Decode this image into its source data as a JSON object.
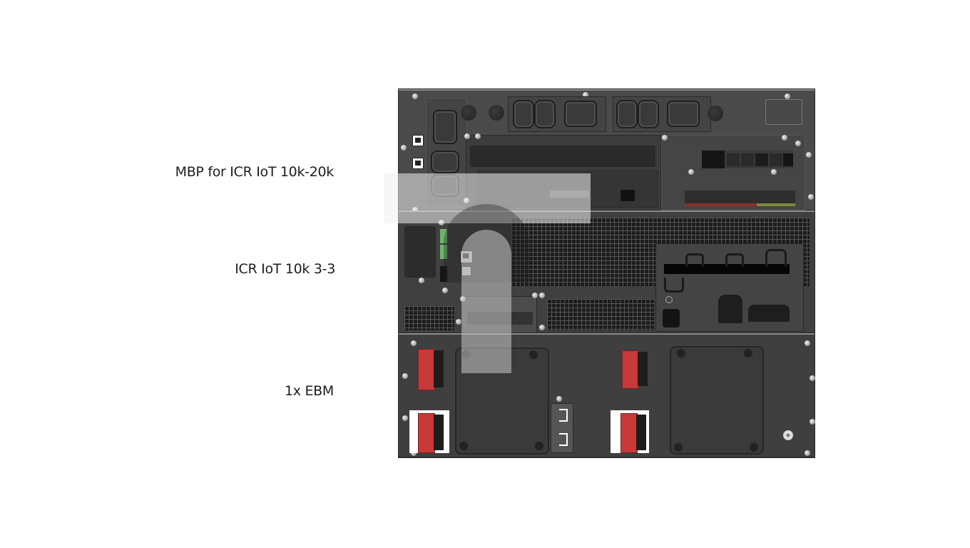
{
  "labels": {
    "mbp": "MBP for ICR IoT 10k-20k",
    "icr": "ICR IoT 10k 3-3",
    "ebm": "1x EBM"
  },
  "device": {
    "units": [
      {
        "name": "mbp",
        "label": "MBP for ICR IoT 10k-20k",
        "outlets": [
          "C19",
          "C13",
          "C13",
          "C13",
          "C13",
          "C19",
          "C13",
          "C13",
          "C19"
        ]
      },
      {
        "name": "ups",
        "label": "ICR IoT 10k 3-3"
      },
      {
        "name": "ebm",
        "label": "1x EBM"
      }
    ]
  },
  "colors": {
    "background": "#ffffff",
    "chassis": "#474747",
    "battery_connector": "#c83a3a",
    "terminal_green": "#6fb56f",
    "label_text": "#1e1e1e"
  }
}
